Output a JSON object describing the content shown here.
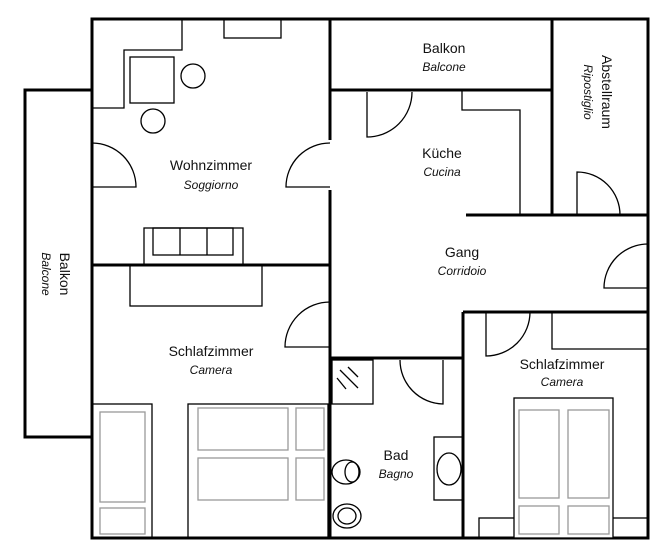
{
  "rooms": {
    "wohnzimmer": {
      "de": "Wohnzimmer",
      "it": "Soggiorno"
    },
    "balkon_top": {
      "de": "Balkon",
      "it": "Balcone"
    },
    "abstellraum": {
      "de": "Abstellraum",
      "it": "Ripostiglio"
    },
    "kueche": {
      "de": "Küche",
      "it": "Cucina"
    },
    "gang": {
      "de": "Gang",
      "it": "Corridoio"
    },
    "balkon_left": {
      "de": "Balkon",
      "it": "Balcone"
    },
    "schlafzimmer_left": {
      "de": "Schlafzimmer",
      "it": "Camera"
    },
    "bad": {
      "de": "Bad",
      "it": "Bagno"
    },
    "schlafzimmer_right": {
      "de": "Schlafzimmer",
      "it": "Camera"
    }
  }
}
